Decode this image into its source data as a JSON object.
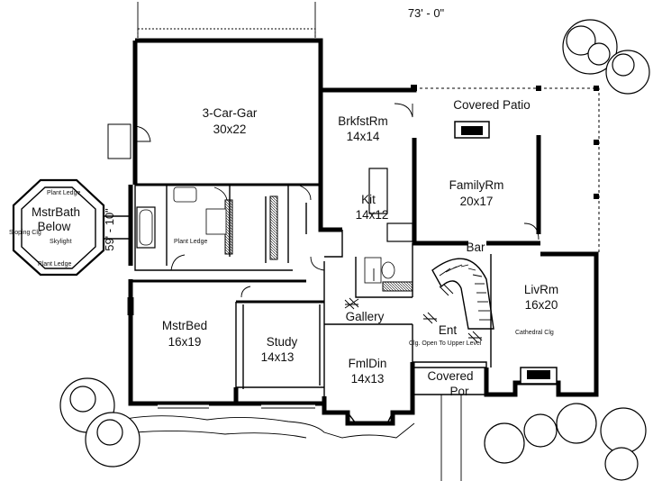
{
  "overall_width": "73' - 0\"",
  "overall_depth": "59' - 10\"",
  "rooms": {
    "garage": {
      "name": "3-Car-Gar",
      "size": "30x22"
    },
    "breakfast": {
      "name": "BrkfstRm",
      "size": "14x14"
    },
    "covered_patio": {
      "name": "Covered Patio"
    },
    "family": {
      "name": "FamilyRm",
      "size": "20x17"
    },
    "kitchen": {
      "name": "Kit",
      "size": "14x12"
    },
    "master_bath_below": {
      "name_line1": "MstrBath",
      "name_line2": "Below"
    },
    "bar": {
      "name": "Bar"
    },
    "living": {
      "name": "LivRm",
      "size": "16x20"
    },
    "gallery": {
      "name": "Gallery"
    },
    "entry": {
      "name": "Ent"
    },
    "master_bed": {
      "name": "MstrBed",
      "size": "16x19"
    },
    "study": {
      "name": "Study",
      "size": "14x13"
    },
    "formal_dining": {
      "name": "FmlDin",
      "size": "14x13"
    },
    "covered_porch": {
      "name_line1": "Covered",
      "name_line2": "Por"
    }
  },
  "notes": {
    "plant_ledge_1": "Plant Ledge",
    "plant_ledge_2": "Plant Ledge",
    "plant_ledge_3": "Plant Ledge",
    "sloping_clg": "Sloping Clg",
    "skylight": "Skylight",
    "clg_open": "Clg. Open To Upper Level",
    "cathedral_clg": "Cathedral Clg"
  }
}
